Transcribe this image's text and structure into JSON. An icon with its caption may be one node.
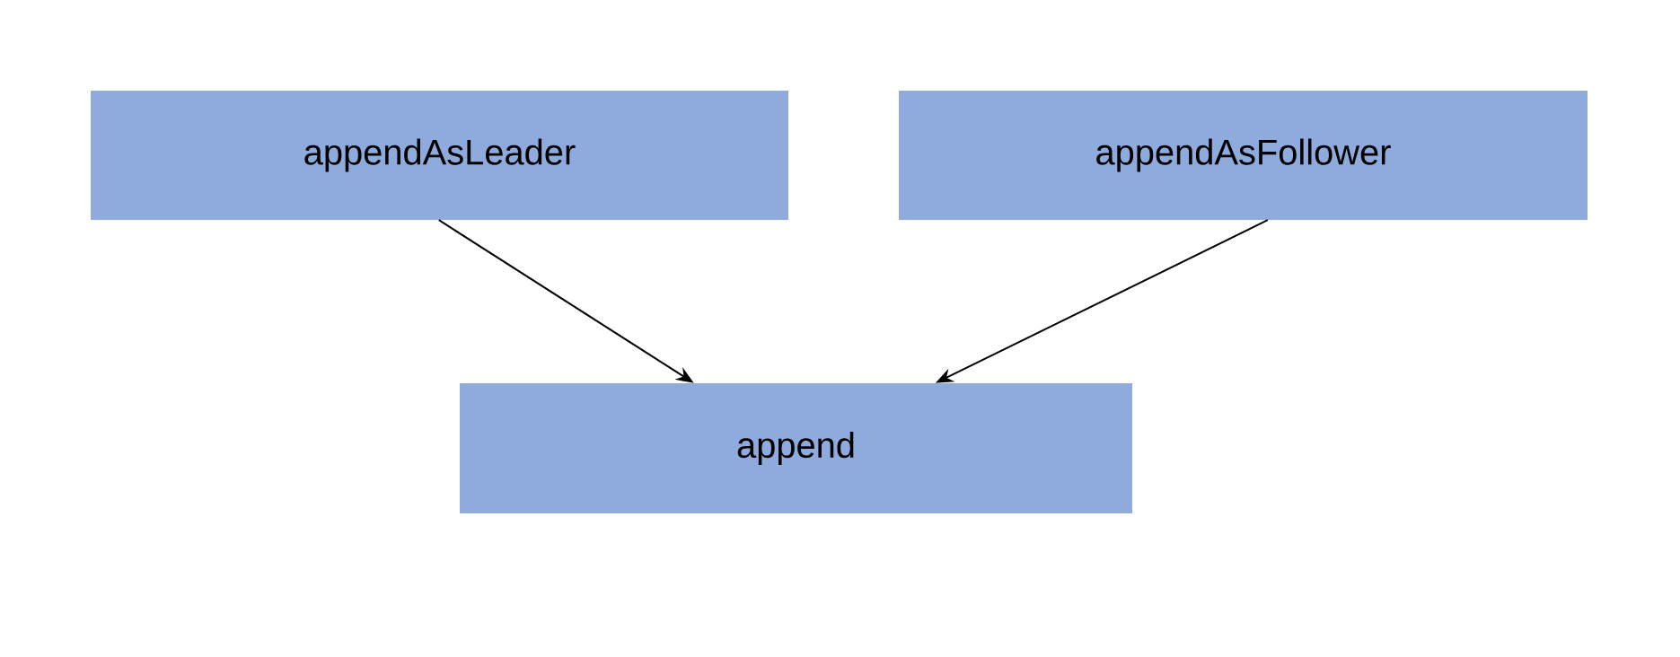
{
  "diagram": {
    "nodes": [
      {
        "text": [
          "appendAsLeader"
        ]
      },
      {
        "text": [
          "appendAsFollower"
        ]
      },
      {
        "text": [
          "append"
        ]
      }
    ],
    "edges": [
      {
        "from": 0,
        "to": 2,
        "arrow": "to"
      },
      {
        "from": 1,
        "to": 2,
        "arrow": "to"
      }
    ]
  }
}
